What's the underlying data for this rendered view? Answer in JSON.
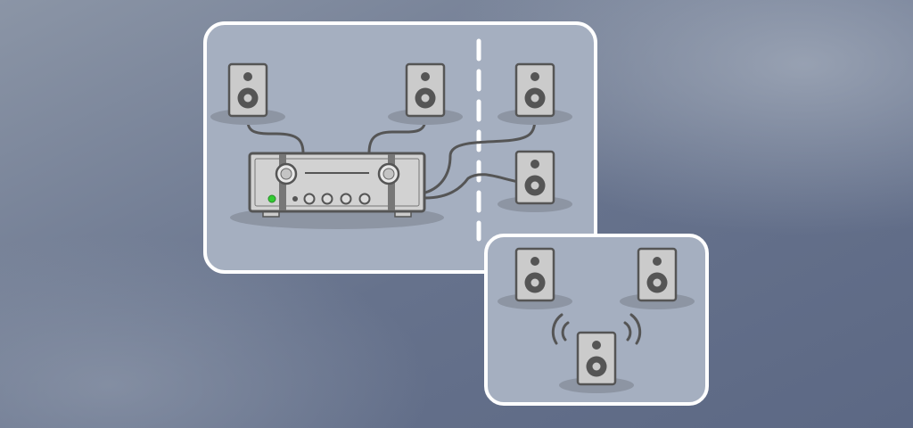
{
  "colors": {
    "background_top": "#8b95a6",
    "background_bottom": "#5c6884",
    "panel_fill": "#a5afc0",
    "panel_border": "#ffffff",
    "speaker_fill": "#cbcbcb",
    "speaker_outline": "#555555",
    "cable": "#555555",
    "shadow": "#8d95a3",
    "power_led": "#33cc33",
    "divider": "#ffffff"
  },
  "diagram": {
    "main_room": {
      "wired_speakers": [
        "front-left",
        "front-right",
        "zone-b-top",
        "zone-b-bottom"
      ],
      "amplifier": {
        "knobs": 2,
        "small_buttons": 4,
        "power_led": "on"
      },
      "divider": "dashed"
    },
    "wireless_room": {
      "speakers": [
        "rear-left",
        "rear-right",
        "wireless-speaker"
      ],
      "wireless_indicator": "signal-wave-icon"
    }
  }
}
